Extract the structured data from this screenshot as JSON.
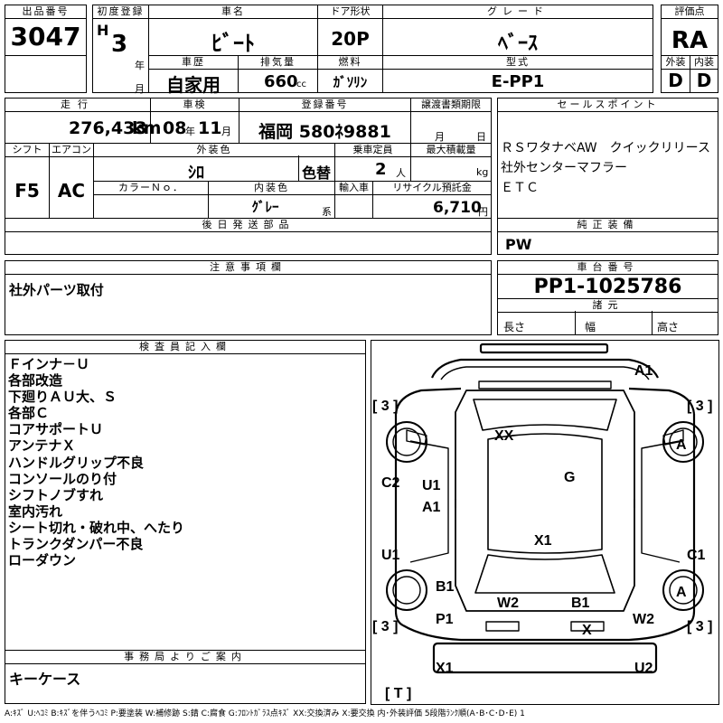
{
  "header": {
    "lot_no_label": "出品番号",
    "lot_no": "3047",
    "first_reg_label": "初度登録",
    "era": "H",
    "first_reg_year": "3",
    "year_unit": "年",
    "month_unit": "月",
    "car_name_label": "車名",
    "car_name": "ﾋﾞｰﾄ",
    "door_label": "ドア形状",
    "door": "20P",
    "grade_label": "グレード",
    "grade": "ﾍﾞｰｽ",
    "score_label": "評価点",
    "score": "RA",
    "history_label": "車歴",
    "history": "自家用",
    "displacement_label": "排気量",
    "displacement": "660",
    "cc_unit": "cc",
    "fuel_label": "燃料",
    "fuel": "ｶﾞｿﾘﾝ",
    "model_label": "型式",
    "model": "E-PP1",
    "exterior_label": "外装",
    "exterior": "D",
    "interior_label": "内装",
    "interior": "D"
  },
  "row2": {
    "mileage_label": "走行",
    "mileage": "276,433",
    "km_unit": "km",
    "inspection_label": "車検",
    "insp_year": "08",
    "insp_month": "11",
    "year_unit": "年",
    "month_unit": "月",
    "reg_no_label": "登録番号",
    "reg_no": "福岡 580ﾈ9881",
    "transfer_label": "譲渡書類期限",
    "transfer_month": "月",
    "transfer_day": "日",
    "sales_label": "セールスポイント",
    "sales_points": [
      "ＲＳワタナベAW　クイックリリース",
      "社外センターマフラー",
      "ＥＴＣ"
    ]
  },
  "row3": {
    "shift_label": "シフト",
    "shift": "F5",
    "ac_label": "エアコン",
    "ac": "AC",
    "ext_color_label": "外装色",
    "ext_color": "ｼﾛ",
    "color_change": "色替",
    "capacity_label": "乗車定員",
    "capacity": "2",
    "capacity_unit": "人",
    "load_label": "最大積載量",
    "load_unit": "kg",
    "color_no_label": "カラーＮｏ．",
    "int_color_label": "内装色",
    "int_color": "ｸﾞﾚｰ",
    "int_color_suffix": "系",
    "import_label": "輸入車",
    "recycle_label": "リサイクル預託金",
    "recycle": "6,710",
    "yen_unit": "円"
  },
  "later_parts_label": "後日発送部品",
  "genuine_label": "純正装備",
  "genuine": "PW",
  "notes_label": "注意事項欄",
  "notes": "社外パーツ取付",
  "chassis_label": "車台番号",
  "chassis": "PP1-1025786",
  "specs_label": "諸元",
  "length_label": "長さ",
  "width_label": "幅",
  "height_label": "高さ",
  "inspector_label": "検査員記入欄",
  "inspector_notes": [
    "Ｆインナ－Ｕ",
    "各部改造",
    "下廻りＡＵ大、Ｓ",
    "各部Ｃ",
    "コアサポートＵ",
    "アンテナＸ",
    "ハンドルグリップ不良",
    "コンソールのり付",
    "シフトノブすれ",
    "室内汚れ",
    "シート切れ・破れ中、へたり",
    "トランクダンパー不良",
    "ローダウン"
  ],
  "office_label": "事務局よりご案内",
  "office": "キーケース",
  "legend": "A:ｷｽﾞ  U:ﾍｺﾐ B:ｷｽﾞを伴うﾍｺﾐ P:要塗装 W:補修跡 S:錆 C:腐食 G:ﾌﾛﾝﾄｶﾞﾗｽ点ｷｽﾞ  XX:交換済み X:要交換  内･外装評価  5段階ﾗﾝｸ順(A･B･C･D･E) 1",
  "diagram": {
    "box_l_top": "[ 3 ]",
    "box_r_top": "[ 3 ]",
    "box_l_bot": "[ 3 ]",
    "box_r_bot": "[ 3 ]",
    "box_t": "[ T ]",
    "marks": {
      "a1": "A1",
      "xx": "XX",
      "g": "G",
      "u1a": "U1",
      "a1b": "A1",
      "c2": "C2",
      "a_fr": "A",
      "x1": "X1",
      "u1b": "U1",
      "c1": "C1",
      "b1l": "B1",
      "a_rr": "A",
      "w2c": "W2",
      "b1r": "B1",
      "p1": "P1",
      "w2r": "W2",
      "x": "X",
      "x1b": "X1",
      "u2": "U2"
    }
  }
}
